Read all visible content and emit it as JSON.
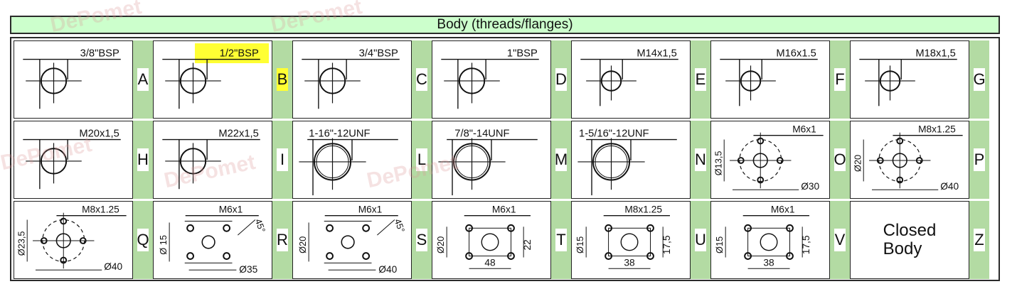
{
  "header": {
    "title": "Body (threads/flanges)"
  },
  "rows": [
    [
      {
        "label": "3/8\"BSP",
        "letter": "A"
      },
      {
        "label": "1/2\"BSP",
        "letter": "B",
        "highlight": true
      },
      {
        "label": "3/4\"BSP",
        "letter": "C"
      },
      {
        "label": "1\"BSP",
        "letter": "D"
      },
      {
        "label": "M14x1,5",
        "letter": "E"
      },
      {
        "label": "M16x1.5",
        "letter": "F"
      },
      {
        "label": "M18x1,5",
        "letter": "G"
      }
    ],
    [
      {
        "label": "M20x1,5",
        "letter": "H"
      },
      {
        "label": "M22x1,5",
        "letter": "I"
      },
      {
        "label": "1-16\"-12UNF",
        "letter": "L"
      },
      {
        "label": "7/8\"-14UNF",
        "letter": "M"
      },
      {
        "label": "1-5/16\"-12UNF",
        "letter": "N"
      },
      {
        "label": "M6x1",
        "letter": "O",
        "dim_v": "Ø13,5",
        "dim_h": "Ø30"
      },
      {
        "label": "M8x1.25",
        "letter": "P",
        "dim_v": "Ø20",
        "dim_h": "Ø40"
      }
    ],
    [
      {
        "label": "M8x1.25",
        "letter": "Q",
        "dim_v": "Ø23,5",
        "dim_h": "Ø40"
      },
      {
        "label": "M6x1",
        "letter": "R",
        "dim_v": "Ø 15",
        "dim_h": "Ø35",
        "angle": "45°"
      },
      {
        "label": "M6x1",
        "letter": "S",
        "dim_v": "Ø20",
        "dim_h": "Ø40",
        "angle": "45°"
      },
      {
        "label": "M6x1",
        "letter": "T",
        "dim_v": "Ø20",
        "dim_h": "48",
        "dim_r": "22"
      },
      {
        "label": "M8x1.25",
        "letter": "U",
        "dim_v": "Ø15",
        "dim_h": "38",
        "dim_r": "17,5"
      },
      {
        "label": "M6x1",
        "letter": "V",
        "dim_v": "Ø15",
        "dim_h": "38",
        "dim_r": "17,5"
      },
      {
        "closed_line1": "Closed",
        "closed_line2": "Body",
        "letter": "Z"
      }
    ]
  ],
  "watermark": "DePomet"
}
